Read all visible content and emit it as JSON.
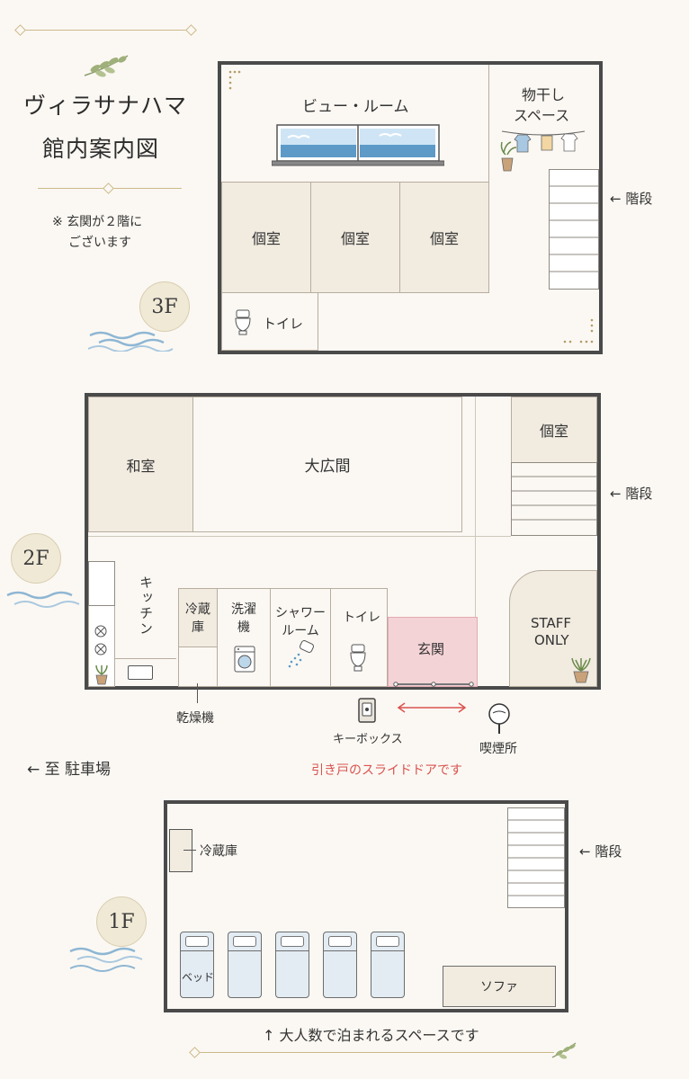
{
  "header": {
    "title_line1": "ヴィラサナハマ",
    "title_line2": "館内案内図",
    "note_line1": "※ 玄関が２階に",
    "note_line2": "ございます"
  },
  "floors": {
    "f3": {
      "badge": "3F",
      "view_room": "ビュー・ルーム",
      "laundry_line1": "物干し",
      "laundry_line2": "スペース",
      "private_rooms": [
        "個室",
        "個室",
        "個室"
      ],
      "toilet": "トイレ",
      "stairs_label": "← 階段"
    },
    "f2": {
      "badge": "2F",
      "washitsu": "和室",
      "hall": "大広間",
      "private_room": "個室",
      "stairs_label": "← 階段",
      "kitchen": "キッチン",
      "fridge_line1": "冷蔵",
      "fridge_line2": "庫",
      "washer_line1": "洗濯",
      "washer_line2": "機",
      "shower_line1": "シャワー",
      "shower_line2": "ルーム",
      "toilet": "トイレ",
      "entrance": "玄関",
      "staff_line1": "STAFF",
      "staff_line2": "ONLY",
      "dryer": "乾燥機",
      "keybox": "キーボックス",
      "smoking": "喫煙所",
      "sliding_door": "引き戸のスライドドアです",
      "parking": "←  至  駐車場"
    },
    "f1": {
      "badge": "1F",
      "fridge": "冷蔵庫",
      "stairs_label": "← 階段",
      "bed": "ベッド",
      "sofa": "ソファ",
      "note": "↑  大人数で泊まれるスペースです"
    }
  },
  "colors": {
    "wall": "#4a4a4a",
    "room_fill": "#f1ebe0",
    "entrance_fill": "#f4d3d6",
    "door_red": "#d9534f",
    "badge_fill": "#f0e9d6",
    "wave_blue": "#8eb6d3",
    "gold_line": "#cdb98a"
  }
}
